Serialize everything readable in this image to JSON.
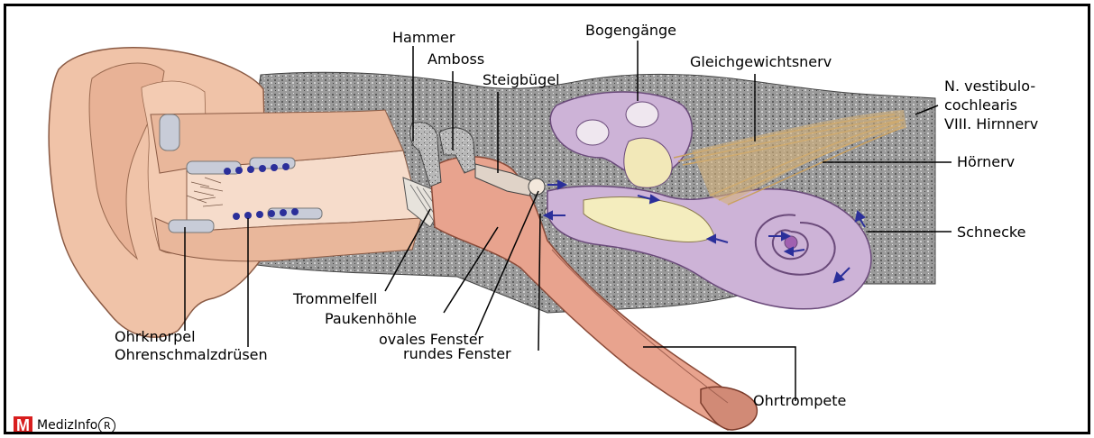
{
  "labels": {
    "hammer": "Hammer",
    "amboss": "Amboss",
    "steigbuegel": "Steigbügel",
    "bogengaenge": "Bogengänge",
    "gleichgewichtsnerv": "Gleichgewichtsnerv",
    "vestibulo_1": "N. vestibulo-",
    "vestibulo_2": "cochlearis",
    "vestibulo_3": "VIII. Hirnnerv",
    "hoernerv": "Hörnerv",
    "schnecke": "Schnecke",
    "trommelfell": "Trommelfell",
    "paukenhoehle": "Paukenhöhle",
    "ovales_fenster": "ovales Fenster",
    "rundes_fenster": "rundes Fenster",
    "ohrknorpel": "Ohrknorpel",
    "ohrenschmalzdruesen": "Ohrenschmalzdrüsen",
    "ohrtrompete": "Ohrtrompete"
  },
  "logo": {
    "letter": "M",
    "name": "MedizInfo",
    "reg": "R"
  }
}
